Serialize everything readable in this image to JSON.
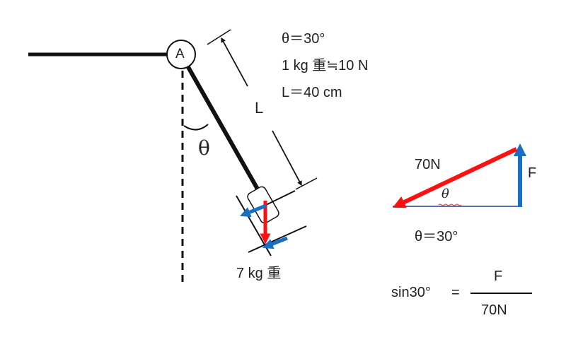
{
  "given": {
    "theta": "θ＝30°",
    "unit": "1 kg 重≒10 N",
    "length": "L＝40 cm"
  },
  "pendulum": {
    "pivot_label": "A",
    "angle_label": "θ",
    "length_label": "L",
    "weight_label": "7 kg 重"
  },
  "triangle": {
    "hyp_label": "70N",
    "vertical_label": "F",
    "angle_label": "θ",
    "angle_value": "θ＝30°"
  },
  "equation": {
    "lhs": "sin30°",
    "equals": "=",
    "numerator": "F",
    "denominator": "70N"
  },
  "colors": {
    "red": "#ff1010",
    "blue": "#1a6fc4",
    "line": "#111111"
  }
}
